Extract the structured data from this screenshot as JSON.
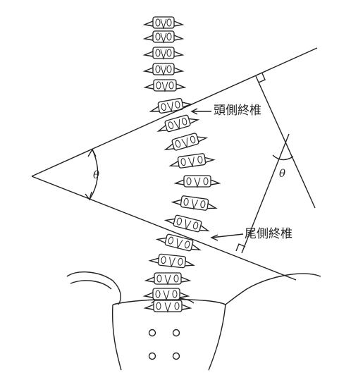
{
  "labels": {
    "cranial_endplate": "頭側終椎",
    "caudal_endplate": "尾側終椎"
  },
  "angle_symbol": "θ",
  "vertebrae_count": 17,
  "colors": {
    "ink": "#222222",
    "background": "#ffffff"
  }
}
